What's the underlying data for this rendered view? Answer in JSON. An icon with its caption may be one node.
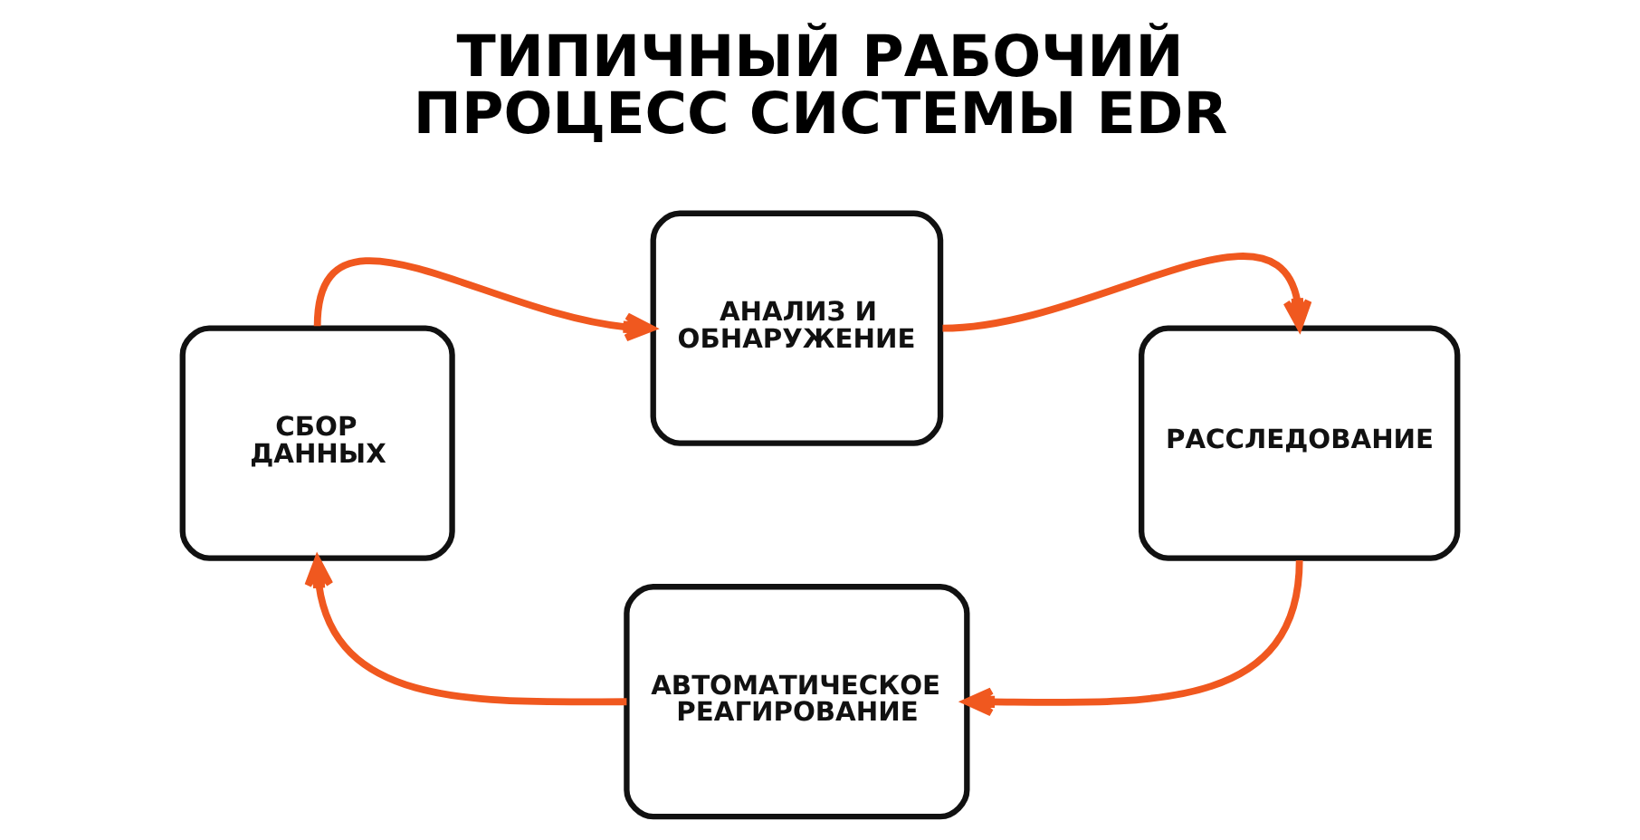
{
  "diagram": {
    "title": "ТИПИЧНЫЙ РАБОЧИЙ ПРОЦЕСС СИСТЕМЫ EDR",
    "nodes": [
      {
        "text": [
          "СБОР ДАННЫХ"
        ]
      },
      {
        "text": [
          "АНАЛИЗ И ОБНАРУЖЕНИЕ"
        ]
      },
      {
        "text": [
          "РАССЛЕДОВАНИЕ"
        ]
      },
      {
        "text": [
          "АВТОМАТИЧЕСКОЕ РЕАГИРОВАНИЕ"
        ]
      }
    ],
    "edges": [
      {
        "from": 0,
        "to": 1,
        "arrow": "to"
      },
      {
        "from": 1,
        "to": 2,
        "arrow": "to"
      },
      {
        "from": 2,
        "to": 3,
        "arrow": "to"
      },
      {
        "from": 3,
        "to": 0,
        "arrow": "to"
      }
    ]
  }
}
